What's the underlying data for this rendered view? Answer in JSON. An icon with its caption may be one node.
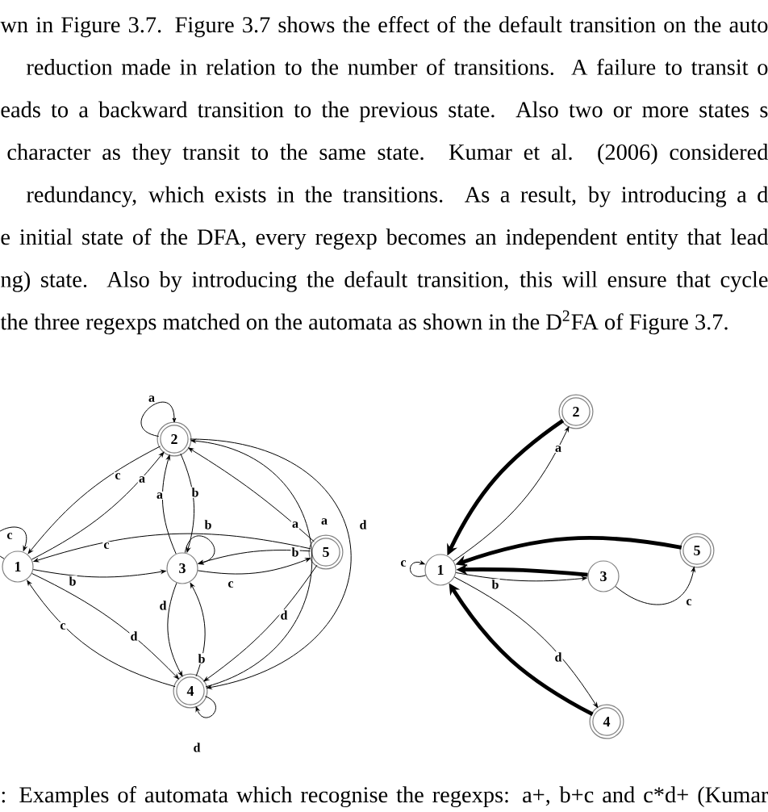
{
  "diagram": {
    "caption": ": Examples of automata which recognise the regexps: a+, b+c and c*d+ (Kumar",
    "nodes": [
      {
        "text": [
          "2"
        ]
      },
      {
        "text": [
          "1"
        ]
      },
      {
        "text": [
          "3"
        ]
      },
      {
        "text": [
          "5"
        ]
      },
      {
        "text": [
          "4"
        ]
      },
      {
        "text": [
          "2"
        ]
      },
      {
        "text": [
          "5"
        ]
      },
      {
        "text": [
          "1"
        ]
      },
      {
        "text": [
          "3"
        ]
      },
      {
        "text": [
          "4"
        ]
      }
    ],
    "edges": [
      {
        "from": 0,
        "to": 0,
        "arrow": "to",
        "label": "a"
      },
      {
        "from": 0,
        "to": 1,
        "arrow": "to",
        "label": "c"
      },
      {
        "from": 1,
        "to": 0,
        "arrow": "to",
        "label": "a"
      },
      {
        "from": 2,
        "to": 0,
        "arrow": "to",
        "label": "a"
      },
      {
        "from": 0,
        "to": 2,
        "arrow": "to",
        "label": "b"
      },
      {
        "from": 2,
        "to": 2,
        "arrow": "to",
        "label": "b"
      },
      {
        "from": 3,
        "to": 1,
        "arrow": "to",
        "label": "c"
      },
      {
        "from": 1,
        "to": 1,
        "arrow": "to",
        "label": "c"
      },
      {
        "from": 1,
        "to": 2,
        "arrow": "to",
        "label": "b"
      },
      {
        "from": 2,
        "to": 3,
        "arrow": "to",
        "label": "c"
      },
      {
        "from": 3,
        "to": 2,
        "arrow": "to",
        "label": "b"
      },
      {
        "from": 3,
        "to": 0,
        "arrow": "to",
        "label": "a"
      },
      {
        "from": 4,
        "to": 0,
        "arrow": "to",
        "label": "a"
      },
      {
        "from": 0,
        "to": 4,
        "arrow": "to",
        "label": "d"
      },
      {
        "from": 3,
        "to": 4,
        "arrow": "to",
        "label": "d"
      },
      {
        "from": 1,
        "to": 4,
        "arrow": "to",
        "label": "d"
      },
      {
        "from": 4,
        "to": 1,
        "arrow": "to",
        "label": "c"
      },
      {
        "from": 2,
        "to": 4,
        "arrow": "to",
        "label": "d"
      },
      {
        "from": 4,
        "to": 2,
        "arrow": "to",
        "label": "b"
      },
      {
        "from": 4,
        "to": 4,
        "arrow": "to",
        "label": "d"
      },
      {
        "from": 7,
        "to": 7,
        "arrow": "to",
        "label": "c"
      },
      {
        "from": 5,
        "to": 7,
        "arrow": "to",
        "style": "thick"
      },
      {
        "from": 7,
        "to": 5,
        "arrow": "to",
        "label": "a"
      },
      {
        "from": 6,
        "to": 7,
        "arrow": "to",
        "style": "thick"
      },
      {
        "from": 8,
        "to": 7,
        "arrow": "to",
        "style": "thick"
      },
      {
        "from": 7,
        "to": 8,
        "arrow": "to",
        "label": "b"
      },
      {
        "from": 8,
        "to": 6,
        "arrow": "to",
        "label": "c"
      },
      {
        "from": 7,
        "to": 9,
        "arrow": "to",
        "label": "d"
      },
      {
        "from": 9,
        "to": 7,
        "arrow": "to",
        "style": "thick"
      }
    ],
    "labels": [
      "wn in Figure 3.7. Figure 3.7 shows the effect of the default transition on the auto",
      "reduction made in relation to the number of transitions. A failure to transit o",
      "eads to a backward transition to the previous state. Also two or more states s",
      "character as they transit to the same state. Kumar et al. (2006) considered",
      "redundancy, which exists in the transitions. As a result, by introducing a d",
      "e initial state of the DFA, every regexp becomes an independent entity that lead",
      "ng) state. Also by introducing the default transition, this will ensure that cycle",
      "the three regexps matched on the automata as shown in the D$^{2}$FA of Figure 3.7."
    ]
  }
}
